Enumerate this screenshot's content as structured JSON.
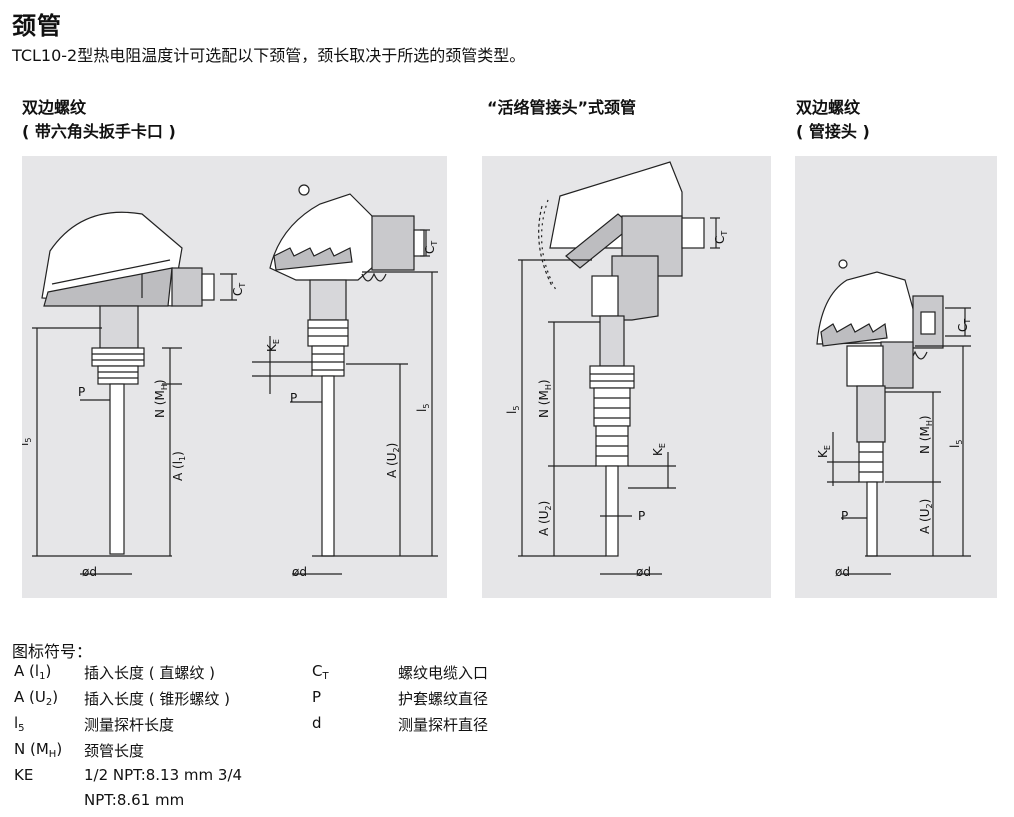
{
  "page": {
    "title": "颈管",
    "subtitle": "TCL10-2型热电阻温度计可选配以下颈管，颈长取决于所选的颈管类型。"
  },
  "sections": [
    {
      "title": "双边螺纹",
      "subtitle": "( 带六角头扳手卡口 )"
    },
    {
      "title": "“活络管接头”式颈管"
    },
    {
      "title": "双边螺纹",
      "subtitle": "( 管接头 )"
    }
  ],
  "figure_labels": {
    "ct": "C",
    "ct_sub": "T",
    "ke": "K",
    "ke_sub": "E",
    "p": "P",
    "i5": "l",
    "i5_sub": "5",
    "n_mh": "N (M",
    "n_mh_sub": "H",
    "close": ")",
    "a_l1": "A (l",
    "a_l1_sub": "1",
    "a_u2": "A (U",
    "a_u2_sub": "2",
    "d": "ød"
  },
  "legend": {
    "title": "图标符号：",
    "entries": [
      {
        "sym": "A (l",
        "sub": "1",
        "tail": ")",
        "desc": "插入长度 ( 直螺纹 )"
      },
      {
        "sym": "A (U",
        "sub": "2",
        "tail": ")",
        "desc": "插入长度 ( 锥形螺纹 )"
      },
      {
        "sym": "l",
        "sub": "5",
        "tail": "",
        "desc": "测量探杆长度"
      },
      {
        "sym": "N (M",
        "sub": "H",
        "tail": ")",
        "desc": "颈管长度"
      },
      {
        "sym": "KE",
        "sub": "",
        "tail": "",
        "desc": "1/2 NPT:8.13 mm 3/4"
      }
    ],
    "ke_desc_2": "NPT:8.61 mm",
    "right_entries": [
      {
        "sym": "C",
        "sub": "T",
        "desc": "螺纹电缆入口"
      },
      {
        "sym": "P",
        "sub": "",
        "desc": "护套螺纹直径"
      },
      {
        "sym": "d",
        "sub": "",
        "desc": "测量探杆直径"
      }
    ]
  }
}
